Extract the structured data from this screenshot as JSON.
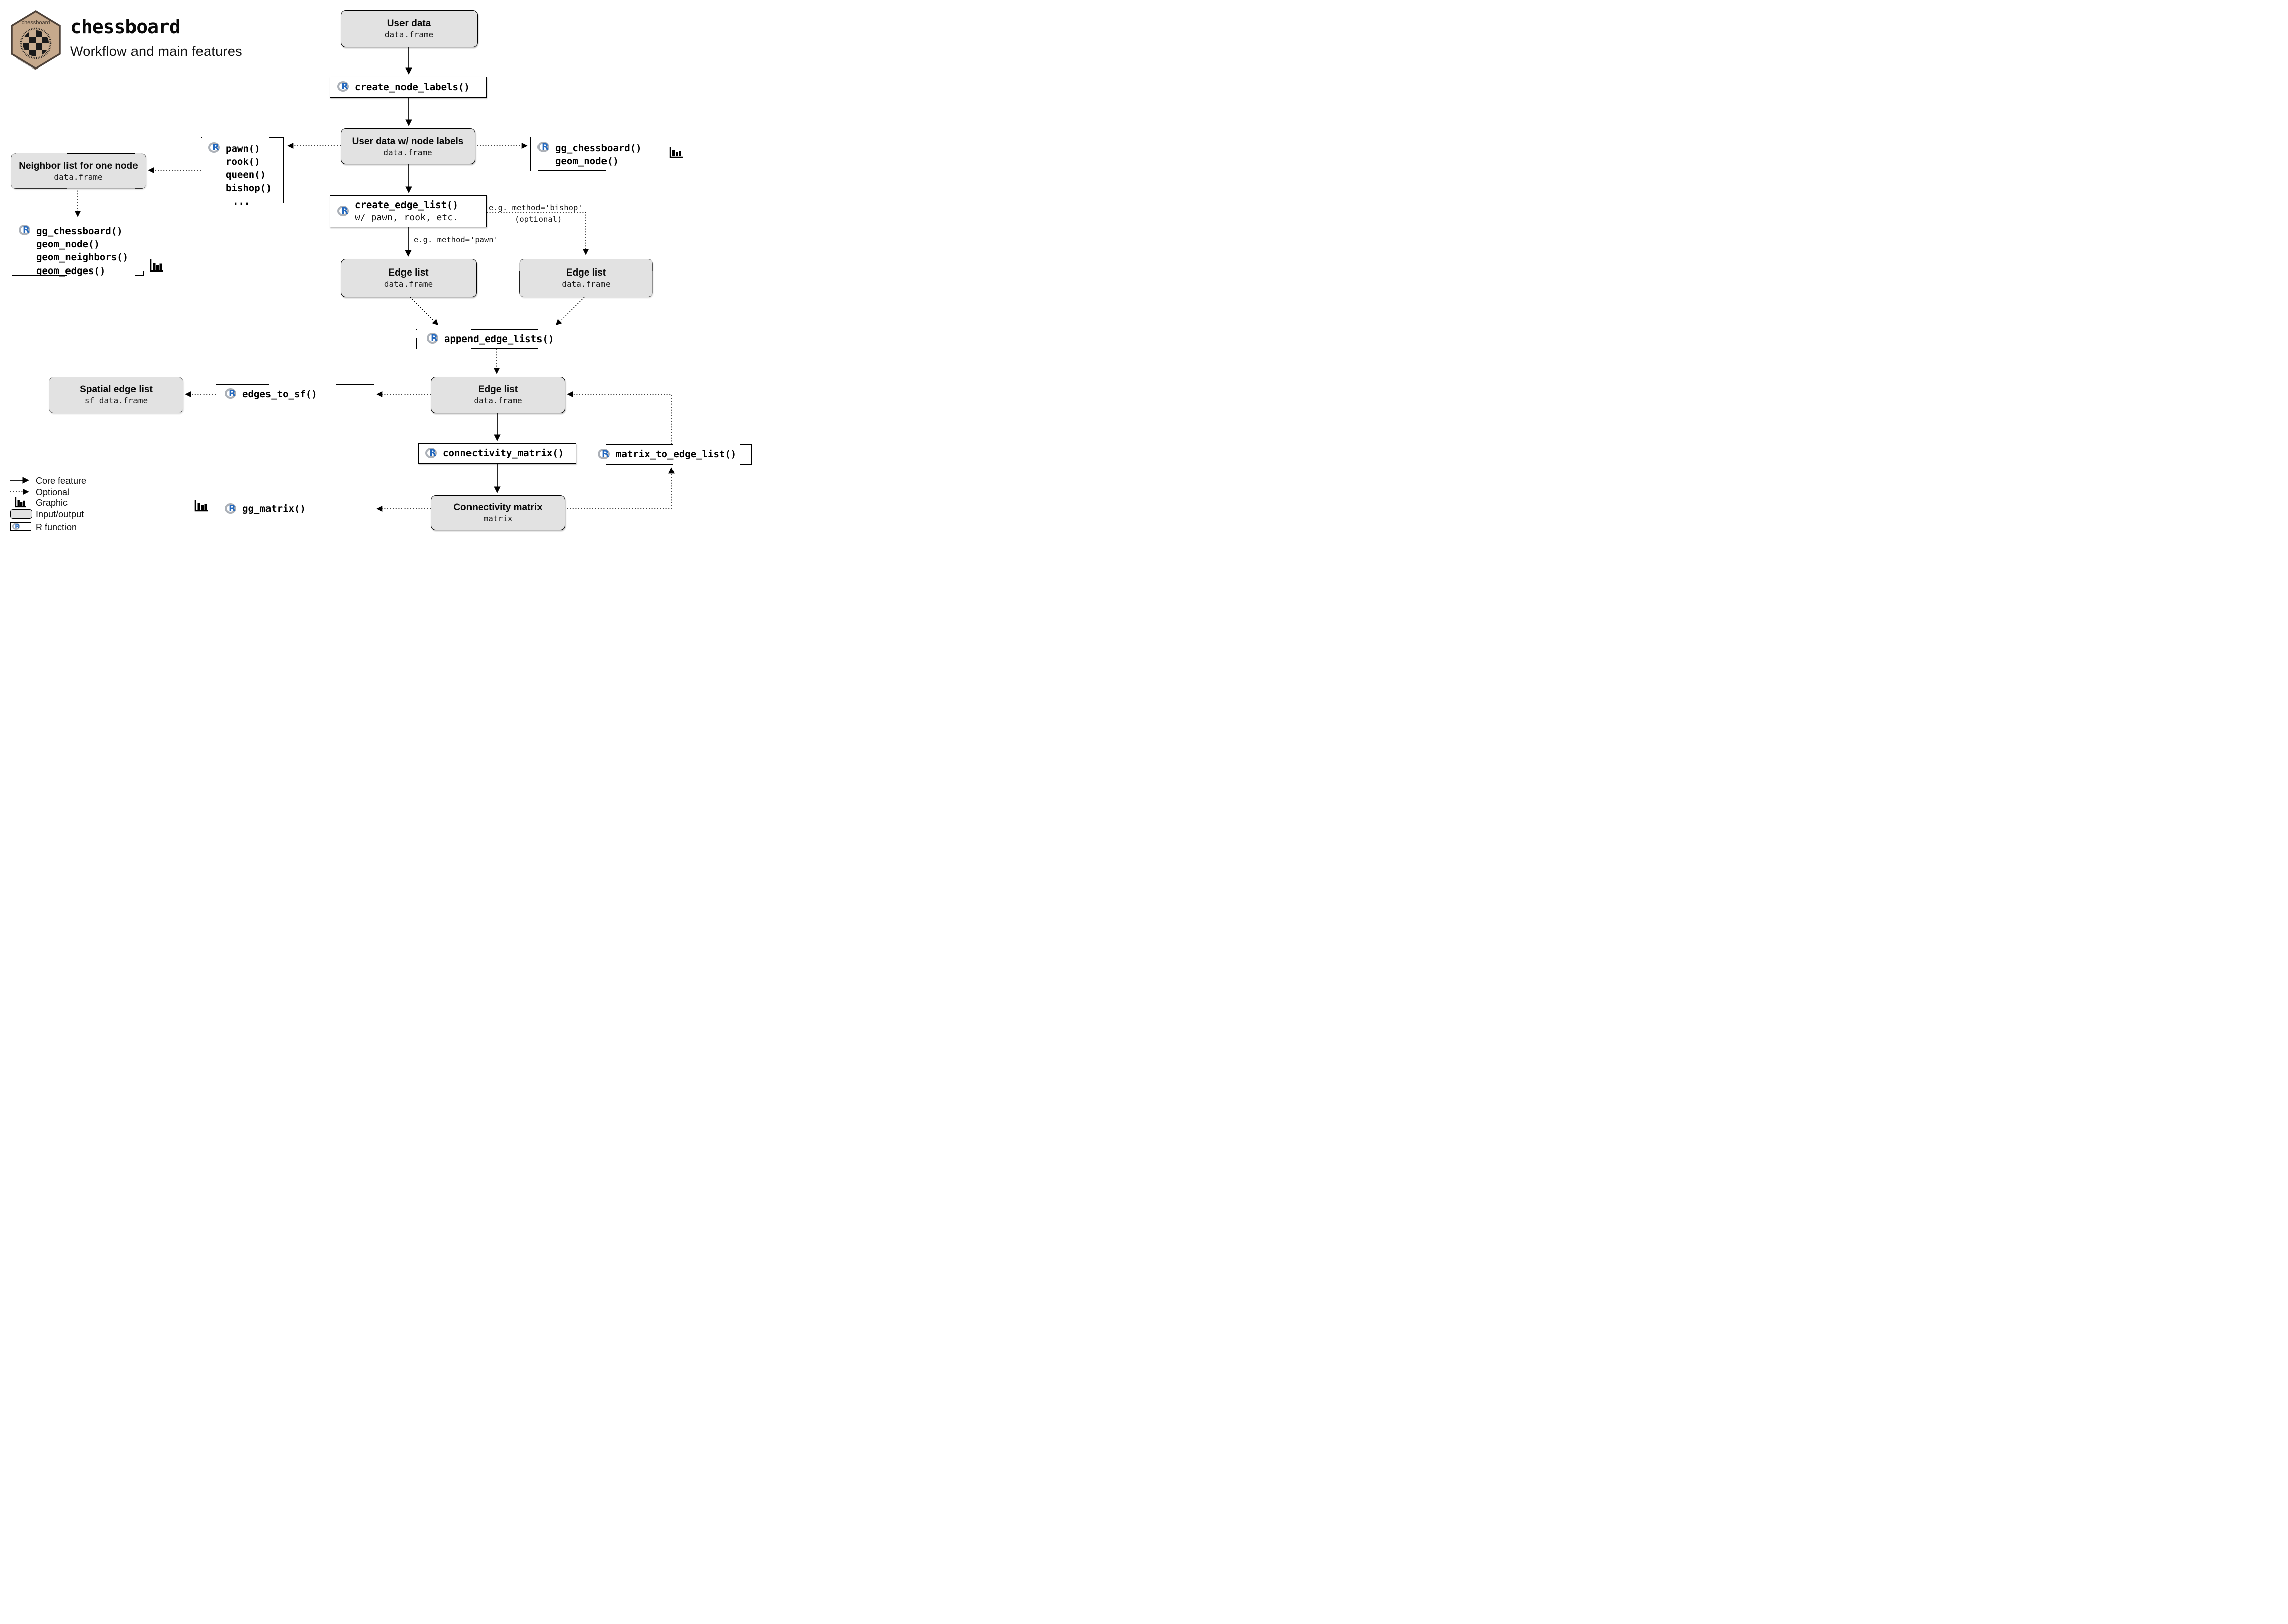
{
  "header": {
    "title": "chessboard",
    "subtitle": "Workflow and main features",
    "logo": {
      "badge_text": "chessboard",
      "url_text": "https://github.com/frbcesab/chessboard"
    }
  },
  "colors": {
    "io_fill": "#E2E2E2",
    "box_border": "#000000",
    "r_logo_blue": "#2368BE",
    "r_logo_gray": "#ABB0B7",
    "hex_fill": "#C6A98C",
    "hex_border": "#4D4138",
    "checker_dark": "#1A1A1A"
  },
  "nodes": {
    "user_data": {
      "title": "User data",
      "subtitle": "data.frame"
    },
    "create_node_labels": {
      "lines": [
        "create_node_labels()"
      ]
    },
    "user_data_labels": {
      "title": "User data w/ node labels",
      "subtitle": "data.frame"
    },
    "pawn_fns": {
      "lines": [
        "pawn()",
        "rook()",
        "queen()",
        "bishop()",
        "..."
      ]
    },
    "gg_node": {
      "lines": [
        "gg_chessboard()",
        "geom_node()"
      ]
    },
    "neighbor_list": {
      "title": "Neighbor list for one node",
      "subtitle": "data.frame"
    },
    "gg_neighbors": {
      "lines": [
        "gg_chessboard()",
        "geom_node()",
        "geom_neighbors()",
        "geom_edges()"
      ]
    },
    "create_edge_list": {
      "title": "create_edge_list()",
      "subtitle": "w/ pawn, rook, etc."
    },
    "edge_list_left": {
      "title": "Edge list",
      "subtitle": "data.frame"
    },
    "edge_list_right": {
      "title": "Edge list",
      "subtitle": "data.frame"
    },
    "append_edge_lists": {
      "lines": [
        "append_edge_lists()"
      ]
    },
    "edge_list_main": {
      "title": "Edge list",
      "subtitle": "data.frame"
    },
    "spatial_edge_list": {
      "title": "Spatial edge list",
      "subtitle": "sf data.frame"
    },
    "edges_to_sf": {
      "lines": [
        "edges_to_sf()"
      ]
    },
    "connectivity_matrix_fn": {
      "lines": [
        "connectivity_matrix()"
      ]
    },
    "matrix_to_edge_list": {
      "lines": [
        "matrix_to_edge_list()"
      ]
    },
    "connectivity_matrix_io": {
      "title": "Connectivity matrix",
      "subtitle": "matrix"
    },
    "gg_matrix": {
      "lines": [
        "gg_matrix()"
      ]
    }
  },
  "edge_labels": {
    "bishop": "e.g. method='bishop'",
    "optional": "(optional)",
    "pawn": "e.g. method='pawn'"
  },
  "legend": {
    "items": [
      {
        "label": "Core feature"
      },
      {
        "label": "Optional"
      },
      {
        "label": "Graphic"
      },
      {
        "label": "Input/output"
      },
      {
        "label": "R function"
      }
    ]
  }
}
